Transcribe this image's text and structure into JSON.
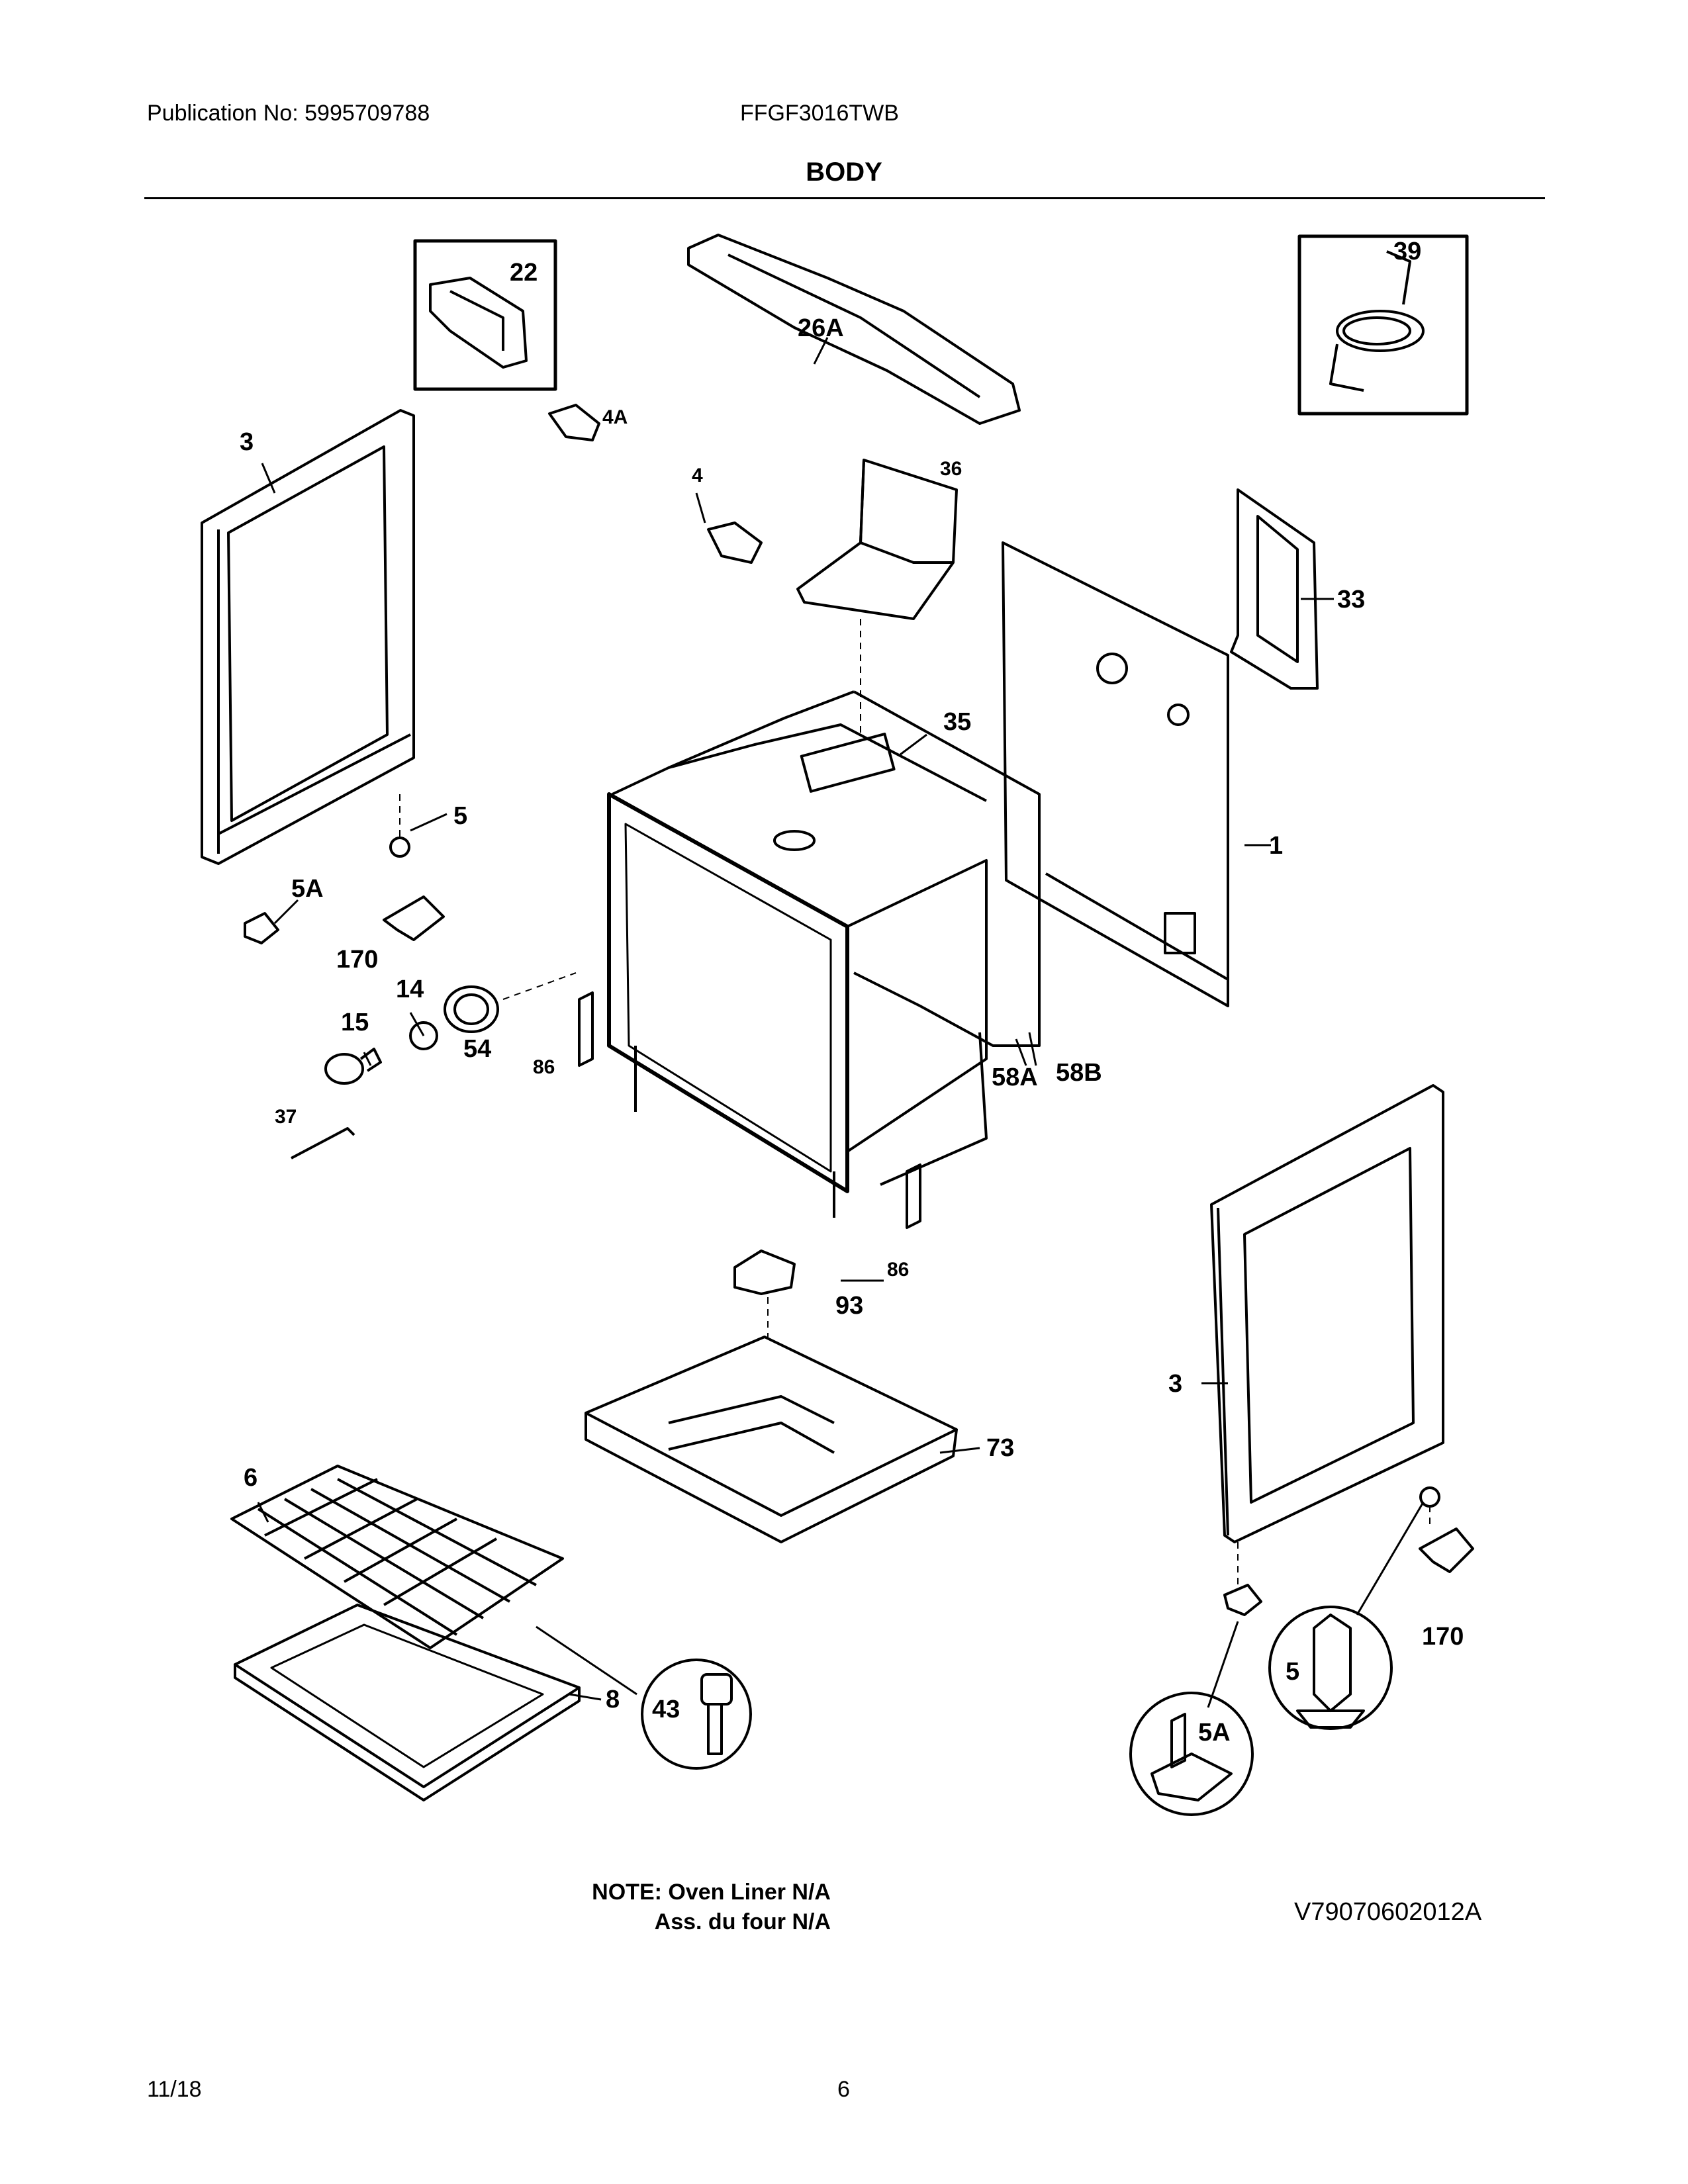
{
  "header": {
    "publication": "Publication No: 5995709788",
    "model": "FFGF3016TWB",
    "section_title": "BODY"
  },
  "parts": {
    "p1": "1",
    "p3a": "3",
    "p3b": "3",
    "p4": "4",
    "p4a": "4A",
    "p5a": "5",
    "p5b": "5",
    "p5Aa": "5A",
    "p5Ab": "5A",
    "p6": "6",
    "p8": "8",
    "p14": "14",
    "p15": "15",
    "p22": "22",
    "p26a": "26A",
    "p33": "33",
    "p35": "35",
    "p36": "36",
    "p37": "37",
    "p39": "39",
    "p43": "43",
    "p54": "54",
    "p58a": "58A",
    "p58b": "58B",
    "p73": "73",
    "p86a": "86",
    "p86b": "86",
    "p93": "93",
    "p170a": "170",
    "p170b": "170"
  },
  "note": {
    "line1": "NOTE: Oven Liner N/A",
    "line2": "Ass. du four N/A"
  },
  "diagram_code": "V79070602012A",
  "footer": {
    "date": "11/18",
    "page": "6"
  }
}
